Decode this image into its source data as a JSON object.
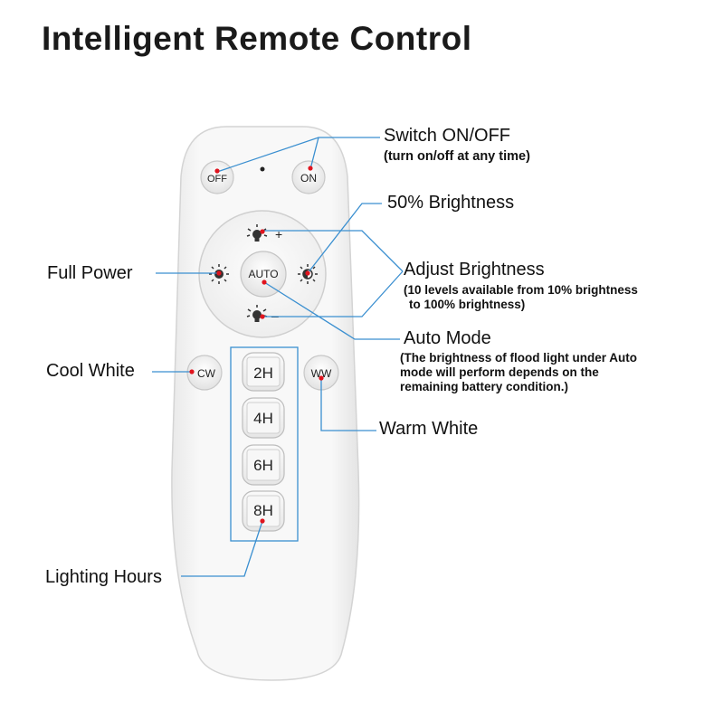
{
  "title": "Intelligent Remote Control",
  "remote": {
    "off": "OFF",
    "on": "ON",
    "auto": "AUTO",
    "cw": "CW",
    "ww": "WW",
    "timers": [
      "2H",
      "4H",
      "6H",
      "8H"
    ]
  },
  "callouts": {
    "switch": "Switch ON/OFF",
    "switch_sub": "(turn on/off at any time)",
    "half_brightness": "50% Brightness",
    "full_power": "Full Power",
    "adjust": "Adjust Brightness",
    "adjust_sub_1": "(10 levels available from 10% brightness",
    "adjust_sub_2": "to 100% brightness)",
    "auto_mode": "Auto Mode",
    "auto_sub_1": "(The brightness of flood light under Auto",
    "auto_sub_2": "mode will perform depends on the",
    "auto_sub_3": "remaining battery condition.)",
    "cool_white": "Cool White",
    "warm_white": "Warm White",
    "lighting_hours": "Lighting Hours"
  },
  "colors": {
    "leader": "#3a8fd0",
    "dot": "#e0141e",
    "remote_body": "#f4f4f4"
  }
}
